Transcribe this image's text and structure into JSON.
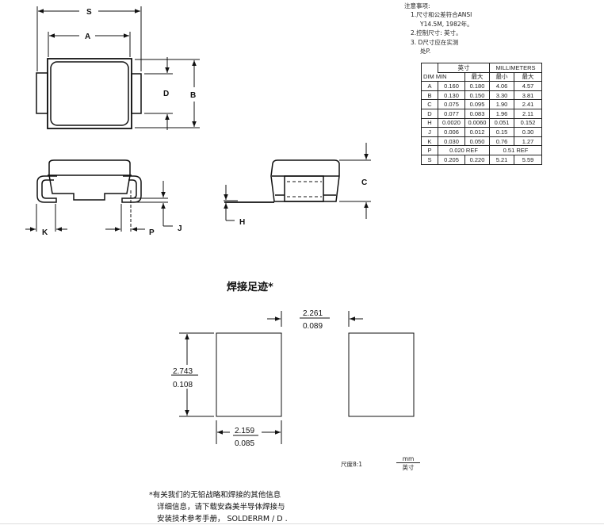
{
  "labels": {
    "S": "S",
    "A": "A",
    "D": "D",
    "B": "B",
    "K": "K",
    "P": "P",
    "J": "J",
    "C": "C",
    "H": "H"
  },
  "notes": {
    "heading": "注意事项:",
    "lines": [
      "1.尺寸和公差符合ANSI",
      "Y14.5M,   1982年。",
      "2.控制尺寸: 英寸。",
      "3. D尺寸应在实测",
      "处P."
    ]
  },
  "table": {
    "inch_header": "英寸",
    "mm_header": "MILLIMETERS",
    "dim_min": "DIM MIN",
    "max": "最大",
    "min": "最小",
    "rows": [
      [
        "A",
        "0.160",
        "0.180",
        "4.06",
        "4.57"
      ],
      [
        "B",
        "0.130",
        "0.150",
        "3.30",
        "3.81"
      ],
      [
        "C",
        "0.075",
        "0.095",
        "1.90",
        "2.41"
      ],
      [
        "D",
        "0.077",
        "0.083",
        "1.96",
        "2.11"
      ],
      [
        "H",
        "0.0020",
        "0.0060",
        "0.051",
        "0.152"
      ],
      [
        "J",
        "0.006",
        "0.012",
        "0.15",
        "0.30"
      ],
      [
        "K",
        "0.030",
        "0.050",
        "0.76",
        "1.27"
      ],
      [
        "S",
        "0.205",
        "0.220",
        "5.21",
        "5.59"
      ]
    ],
    "p_row": {
      "dim": "P",
      "inch": "0.020 REF",
      "mm": "0.51 REF"
    }
  },
  "footprint": {
    "title": "焊接足迹*",
    "gap_mm": "2.261",
    "gap_in": "0.089",
    "height_mm": "2.743",
    "height_in": "0.108",
    "width_mm": "2.159",
    "width_in": "0.085"
  },
  "scale": "尺度8:1",
  "unit_top": "mm",
  "unit_bottom": "英寸",
  "footnote": [
    "*有关我们的无铅战略和焊接的其他信息",
    "详细信息，请下载安森美半导体焊接与",
    "安装技术参考手册， SOLDERRM / D ."
  ]
}
